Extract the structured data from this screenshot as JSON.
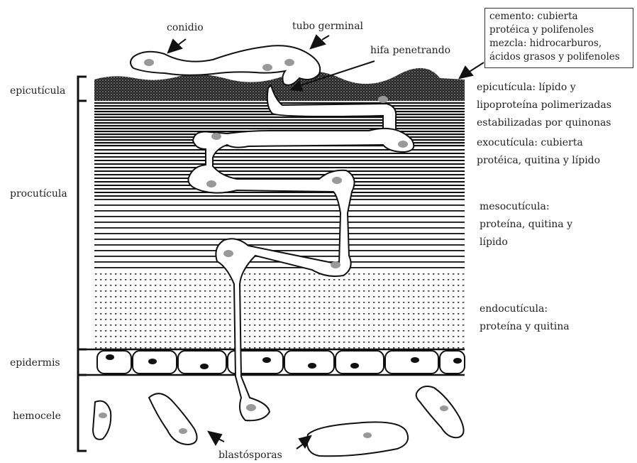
{
  "layers": {
    "epicuticula": "epicutícula",
    "procuticula": "procutícula",
    "epidermis": "epidermis",
    "hemocele": "hemocele"
  },
  "top_labels": {
    "conidio": "conidio",
    "tubo_germinal": "tubo germinal",
    "hifa_penetrando": "hifa penetrando",
    "blastosporas": "blastósporas"
  },
  "cement_box": {
    "line1": "cemento: cubierta",
    "line2": "protéica y polifenoles",
    "line3": "mezcla: hidrocarburos,",
    "line4": "ácidos grasos y polifenoles"
  },
  "descriptions": {
    "epicuticula": [
      "epicutícula: lípido y",
      "lipoproteína polimerizadas",
      "estabilizadas por quinonas"
    ],
    "exocuticula": [
      "exocutícula: cubierta",
      "protéica, quitina y lípido"
    ],
    "mesocuticula": [
      "mesocutícula:",
      "proteína, quitina y",
      "lípido"
    ],
    "endocuticula": [
      "endocutícula:",
      "proteína y quitina"
    ]
  }
}
